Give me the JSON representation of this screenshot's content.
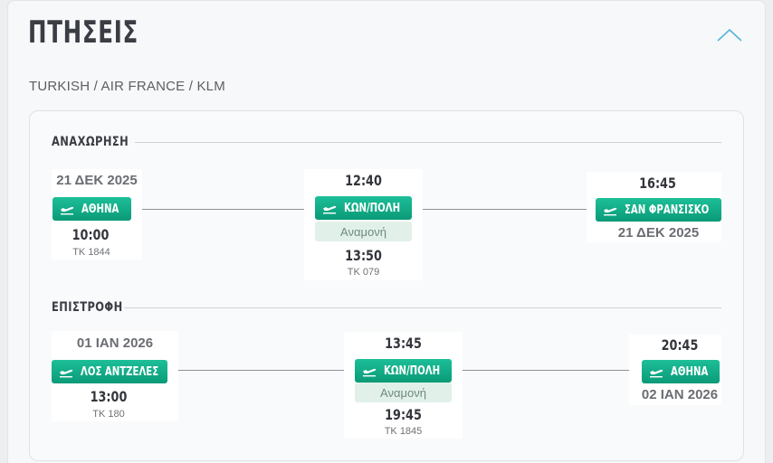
{
  "header": {
    "title": "ΠΤΗΣΕΙΣ",
    "airlines": "TURKISH / AIR FRANCE / KLM"
  },
  "icons": {
    "collapse": "chevron-up-icon",
    "plane": "plane-departure-icon"
  },
  "colors": {
    "badge_top": "#1cbf98",
    "badge_bottom": "#0b9a78",
    "chevron": "#55b5d8"
  },
  "outbound": {
    "title": "ΑΝΑΧΩΡΗΣΗ",
    "origin": {
      "date": "21 ΔΕΚ 2025",
      "city": "ΑΘΗΝΑ",
      "time": "10:00",
      "flight": "TK 1844"
    },
    "stop": {
      "arrival_time": "12:40",
      "city": "ΚΩΝ/ΠΟΛΗ",
      "status": "Αναμονή",
      "departure_time": "13:50",
      "flight": "TK 079"
    },
    "destination": {
      "time": "16:45",
      "city": "ΣΑΝ ΦΡΑΝΣΙΣΚΟ",
      "date": "21 ΔΕΚ 2025"
    }
  },
  "return": {
    "title": "ΕΠΙΣΤΡΟΦΗ",
    "origin": {
      "date": "01 ΙΑΝ 2026",
      "city": "ΛΟΣ ΑΝΤΖΕΛΕΣ",
      "time": "13:00",
      "flight": "TK 180"
    },
    "stop": {
      "arrival_time": "13:45",
      "city": "ΚΩΝ/ΠΟΛΗ",
      "status": "Αναμονή",
      "departure_time": "19:45",
      "flight": "TK 1845"
    },
    "destination": {
      "time": "20:45",
      "city": "ΑΘΗΝΑ",
      "date": "02 ΙΑΝ 2026"
    }
  }
}
